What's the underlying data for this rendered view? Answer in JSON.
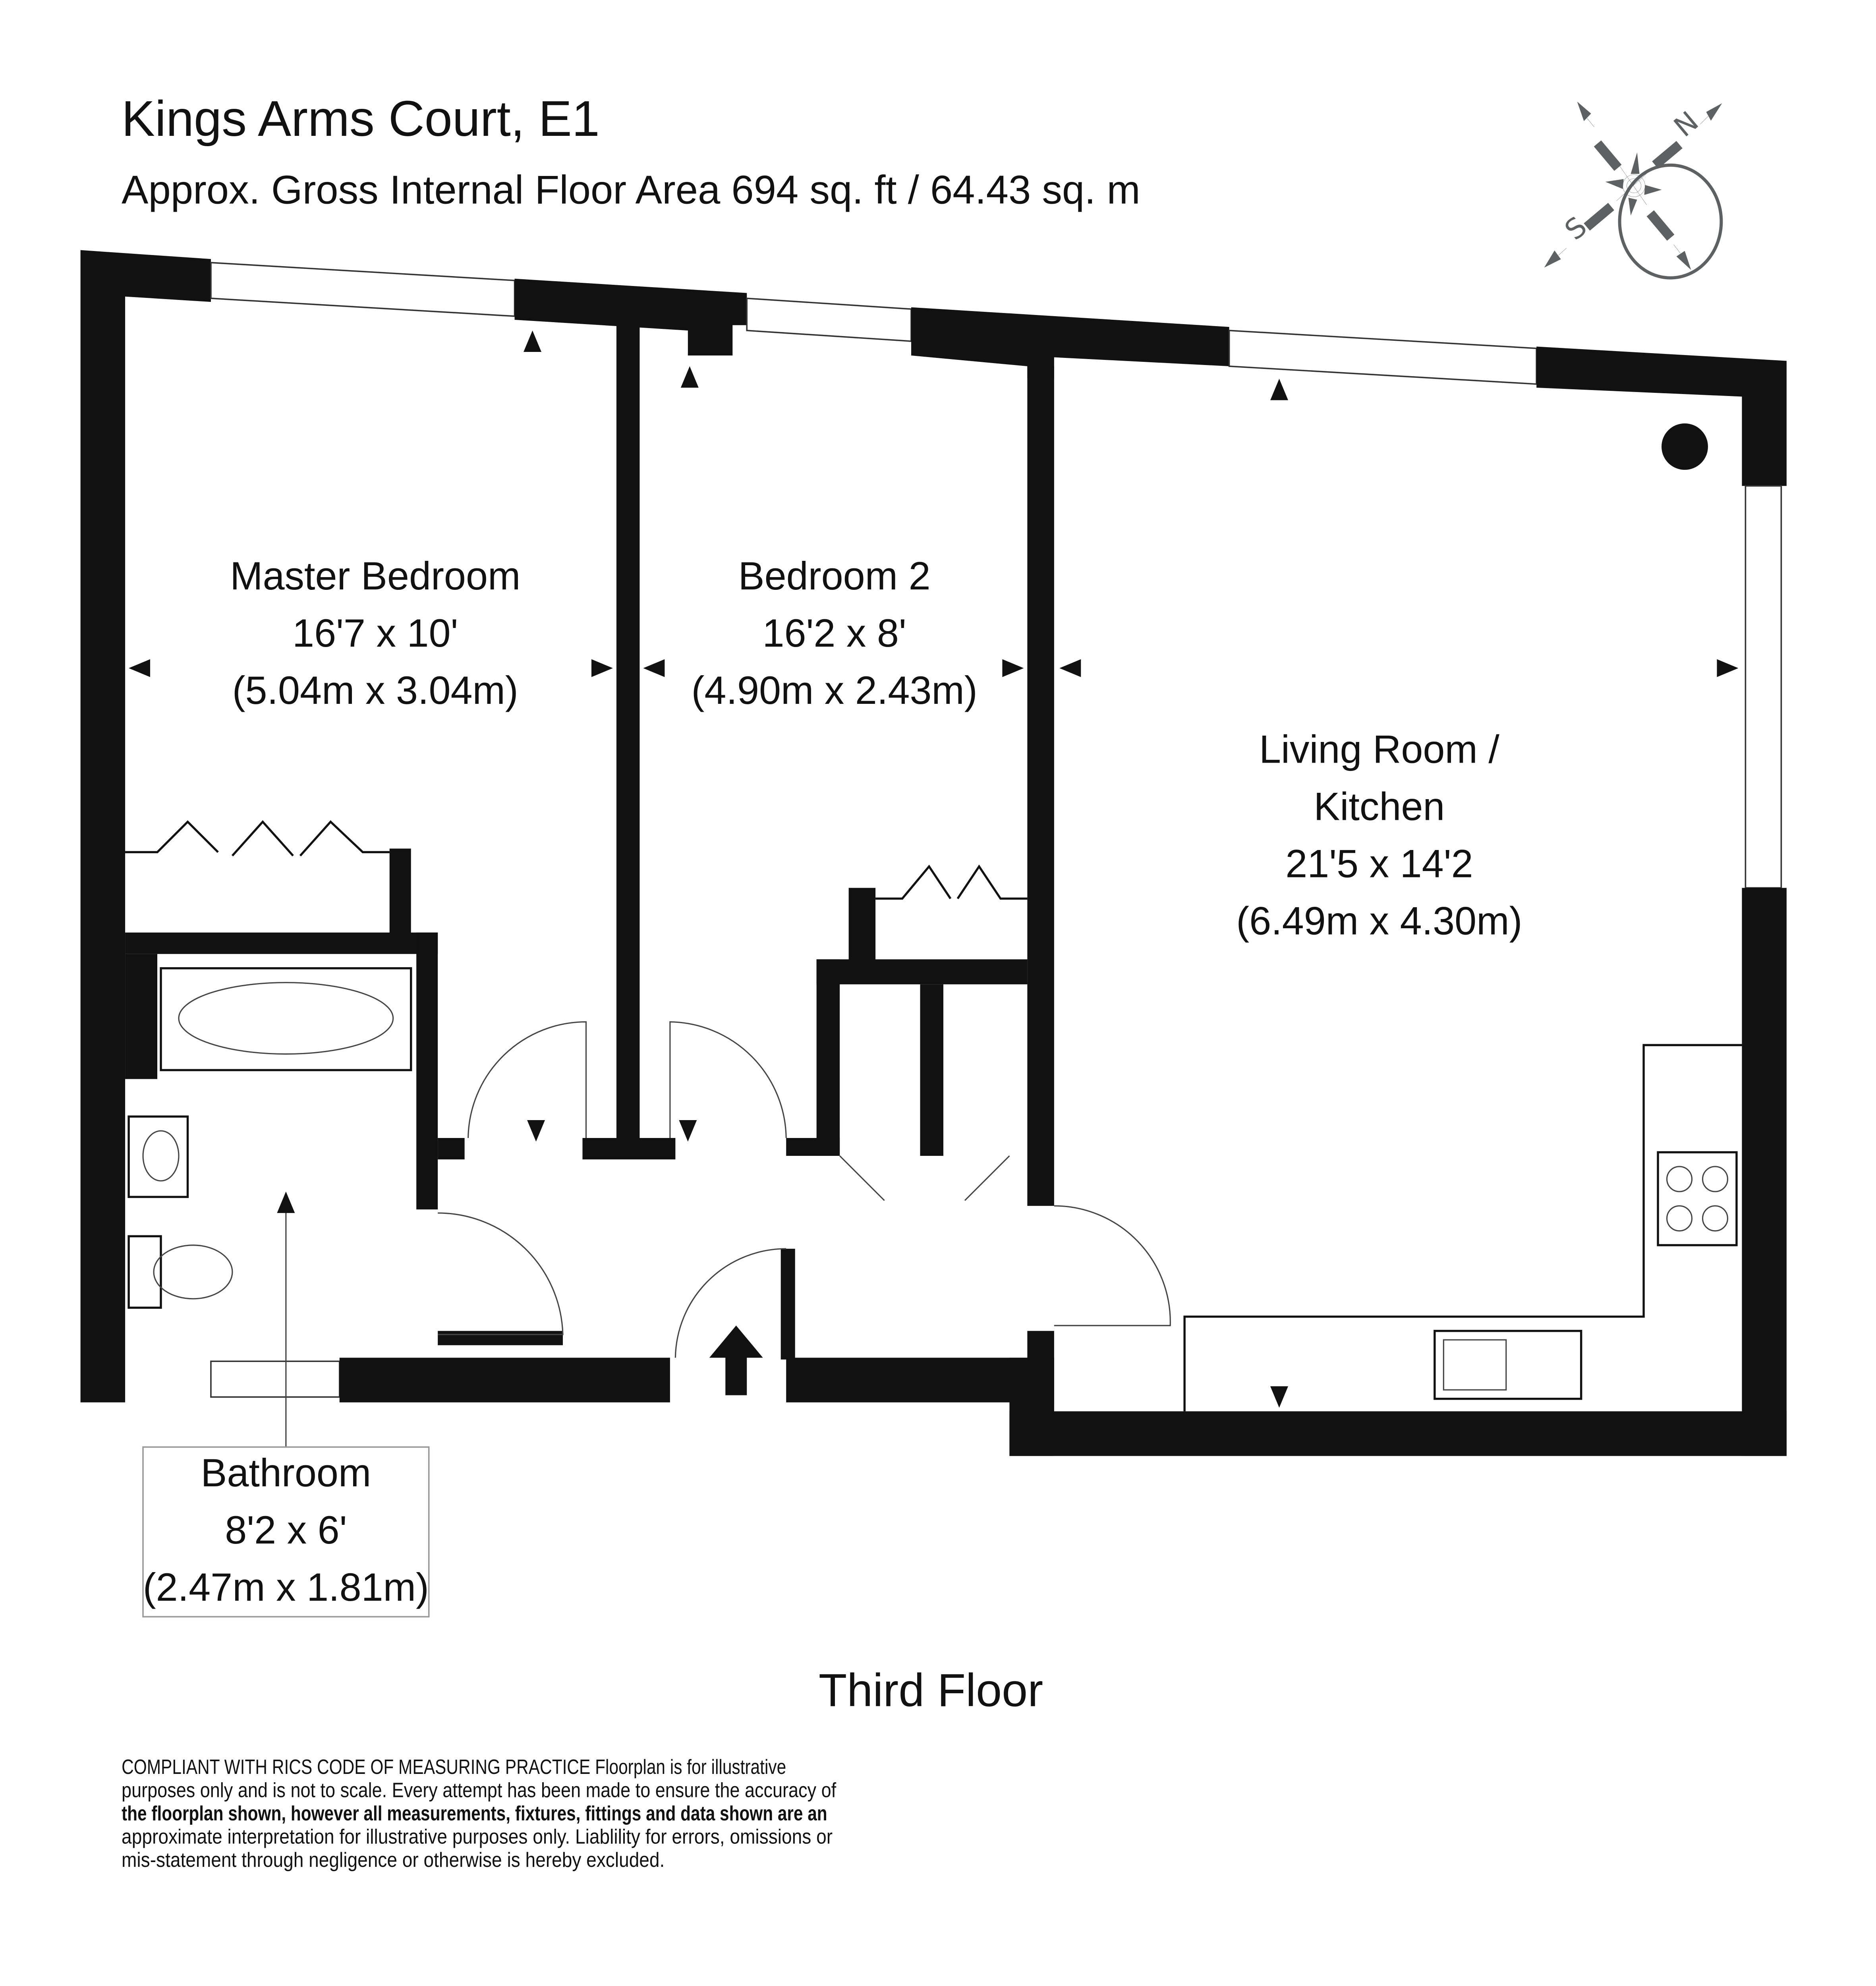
{
  "header": {
    "title": "Kings Arms Court, E1",
    "subtitle": "Approx. Gross Internal Floor Area 694 sq. ft / 64.43 sq. m"
  },
  "compass": {
    "icon": "compass-rose-icon",
    "north_label": "N",
    "south_label": "S",
    "color": "#5f6062"
  },
  "rooms": [
    {
      "name": "Master Bedroom",
      "imperial": "16'7 x 10'",
      "metric": "(5.04m x 3.04m)"
    },
    {
      "name": "Bedroom 2",
      "imperial": "16'2 x 8'",
      "metric": "(4.90m x 2.43m)"
    },
    {
      "name_line1": "Living Room /",
      "name_line2": "Kitchen",
      "imperial": "21'5 x 14'2",
      "metric": "(6.49m x 4.30m)"
    },
    {
      "name": "Bathroom",
      "imperial": "8'2 x 6'",
      "metric": "(2.47m x 1.81m)"
    }
  ],
  "floor_label": "Third Floor",
  "disclaimer": [
    "COMPLIANT WITH RICS CODE OF MEASURING PRACTICE  Floorplan is for illustrative",
    "purposes only and is not to scale. Every attempt has been made to ensure the accuracy of",
    "the floorplan shown, however all measurements, fixtures, fittings and data shown are an",
    "approximate interpretation for illustrative purposes only. Liablility for errors, omissions or",
    "mis-statement through negligence or otherwise is hereby excluded."
  ]
}
